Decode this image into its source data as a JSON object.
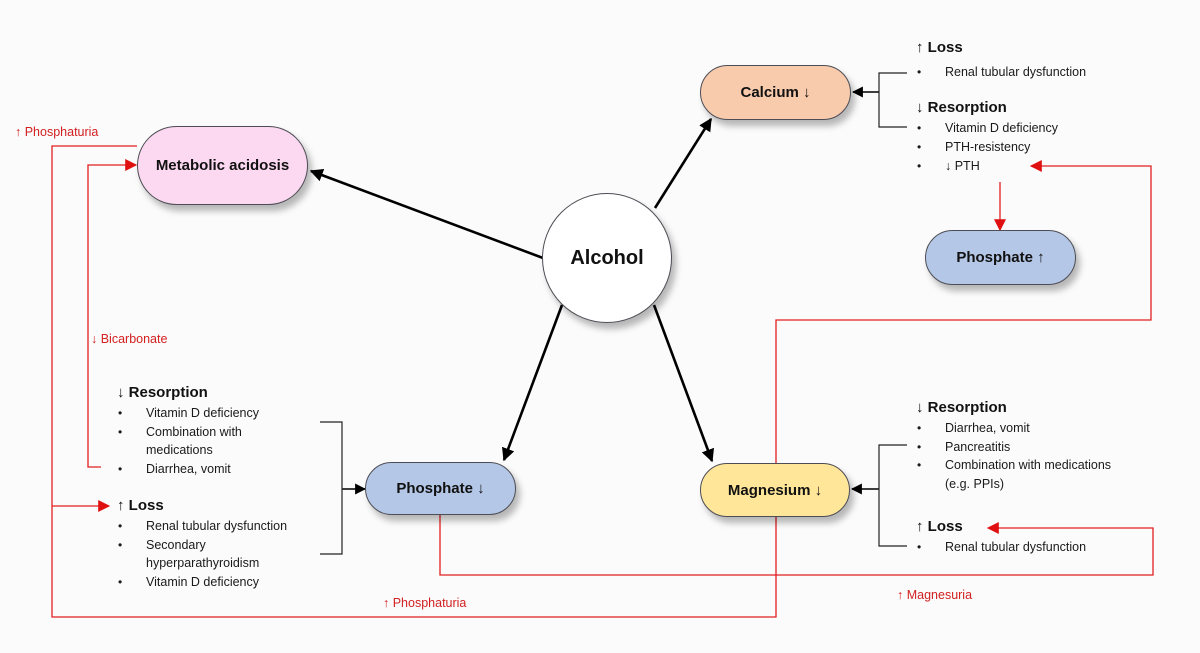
{
  "nodes": {
    "center": "Alcohol",
    "metabolic_acidosis": "Metabolic acidosis",
    "calcium": "Calcium ↓",
    "phosphate_low": "Phosphate ↓",
    "magnesium": "Magnesium ↓",
    "phosphate_high": "Phosphate ↑"
  },
  "calcium_factors": {
    "loss": {
      "heading": "↑ Loss",
      "items": [
        "Renal tubular dysfunction"
      ]
    },
    "resorption": {
      "heading": "↓ Resorption",
      "items": [
        "Vitamin D deficiency",
        "PTH-resistency",
        "↓ PTH"
      ]
    }
  },
  "phosphate_factors": {
    "resorption": {
      "heading": "↓ Resorption",
      "items": [
        "Vitamin D deficiency",
        "Combination with\nmedications",
        "Diarrhea, vomit"
      ]
    },
    "loss": {
      "heading": "↑ Loss",
      "items": [
        "Renal tubular dysfunction",
        "Secondary\nhyperparathyroidism",
        "Vitamin D deficiency"
      ]
    }
  },
  "magnesium_factors": {
    "resorption": {
      "heading": "↓ Resorption",
      "items": [
        "Diarrhea, vomit",
        "Pancreatitis",
        "Combination with medications\n(e.g. PPIs)"
      ]
    },
    "loss": {
      "heading": "↑ Loss",
      "items": [
        "Renal tubular dysfunction"
      ]
    }
  },
  "annotations": {
    "phosphaturia_top": "↑ Phosphaturia",
    "bicarbonate": "↓ Bicarbonate",
    "phosphaturia_bottom": "↑ Phosphaturia",
    "magnesuria": "↑ Magnesuria"
  },
  "colors": {
    "metabolic_acidosis": "#fdd9f1",
    "calcium": "#f8cbad",
    "phosphate": "#b4c7e7",
    "magnesium": "#ffe699",
    "alcohol": "#ffffff",
    "feedback_red": "#d21f1f",
    "arrow_black": "#000000"
  }
}
